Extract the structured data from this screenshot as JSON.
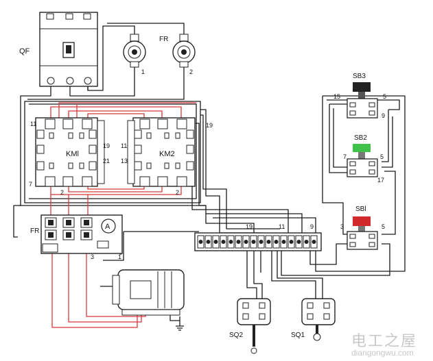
{
  "labels": {
    "qf": "QF",
    "fr_top": "FR",
    "fr_bottom": "FR",
    "km1": "KMl",
    "km2": "KM2",
    "sb1": "SBl",
    "sb2": "SB2",
    "sb3": "SB3",
    "sq1": "SQ1",
    "sq2": "SQ2",
    "ammeter": "A"
  },
  "numbers": {
    "fuse1": "1",
    "fuse2": "2",
    "km1_11": "11",
    "km1_7": "7",
    "km1_19": "19",
    "km1_21": "21",
    "km1_2": "2",
    "km2_11": "11",
    "km2_13": "13",
    "km2_2": "2",
    "right_19": "19",
    "sb3_15": "15",
    "sb3_5": "5",
    "sb3_9": "9",
    "sb2_7": "7",
    "sb2_5": "5",
    "sb2_17": "17",
    "sb1_3": "3",
    "sb1_5": "5",
    "tb_19": "19",
    "tb_11": "11",
    "tb_9": "9",
    "fr_3": "3",
    "fr_1": "1"
  },
  "watermark": {
    "title": "电工之屋",
    "url": "diangongwu.com"
  },
  "colors": {
    "wire_black": "#1a1a1a",
    "wire_red": "#d8383a",
    "sb3_cap": "#222222",
    "sb2_cap": "#3fc24a",
    "sb1_cap": "#d22a2a",
    "watermark": "#c8c8c8"
  }
}
